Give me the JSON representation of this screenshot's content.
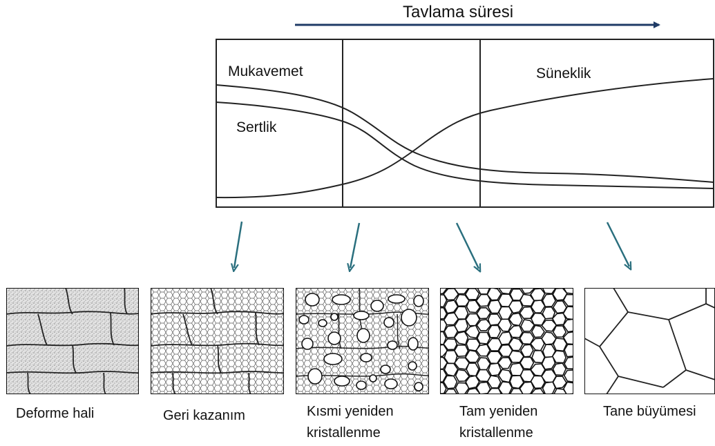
{
  "header": {
    "time_label": "Tavlama süresi",
    "arrow_color": "#1f3b66"
  },
  "graph": {
    "curve_labels": {
      "strength": "Mukavemet",
      "hardness": "Sertlik",
      "ductility": "Süneklik"
    },
    "stage_count": 3,
    "line_color": "#222222"
  },
  "pointer_arrow_color": "#2a6f7e",
  "panels": [
    {
      "id": "deformed",
      "caption_lines": [
        "Deforme hali"
      ],
      "texture": "stippled"
    },
    {
      "id": "recovery",
      "caption_lines": [
        "Geri kazanım"
      ],
      "texture": "hexagonal-mesh"
    },
    {
      "id": "partial-recrystallization",
      "caption_lines": [
        "Kısmi yeniden",
        "kristallenme"
      ],
      "texture": "mesh-with-new-grains"
    },
    {
      "id": "full-recrystallization",
      "caption_lines": [
        "Tam yeniden",
        "kristallenme"
      ],
      "texture": "fine-equiaxed-grains"
    },
    {
      "id": "grain-growth",
      "caption_lines": [
        "Tane büyümesi"
      ],
      "texture": "coarse-grains"
    }
  ]
}
